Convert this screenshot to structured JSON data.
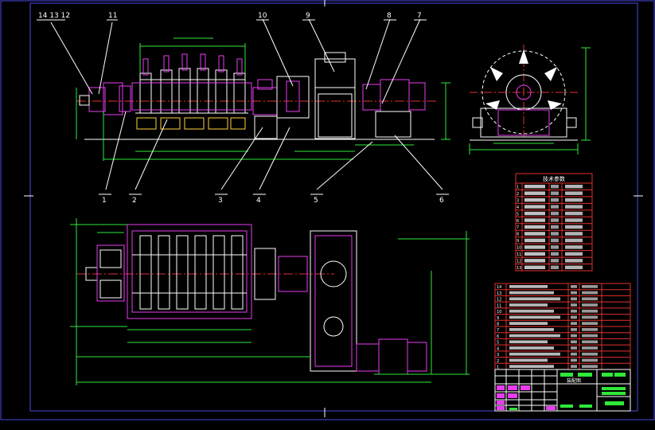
{
  "colors": {
    "background": "#000000",
    "frame": "#4a4ae0",
    "drawing": "#ffffff",
    "structure": "#e83cf0",
    "dimension": "#2ee83a",
    "centerline": "#e23030",
    "leader": "#ffffff",
    "table_line": "#e23030"
  },
  "callouts": {
    "top": [
      {
        "label": "14 13 12"
      },
      {
        "label": "11"
      },
      {
        "label": "10"
      },
      {
        "label": "9"
      },
      {
        "label": "8"
      },
      {
        "label": "7"
      }
    ],
    "bottom": [
      {
        "label": "1"
      },
      {
        "label": "2"
      },
      {
        "label": "3"
      },
      {
        "label": "4"
      },
      {
        "label": "5"
      },
      {
        "label": "6"
      }
    ]
  },
  "parameter_table": {
    "title": "技术参数",
    "row_numbers": [
      "1",
      "2",
      "3",
      "4",
      "5",
      "6",
      "7",
      "8",
      "9",
      "10",
      "11",
      "12",
      "13"
    ]
  },
  "parts_list": {
    "row_numbers": [
      "14",
      "13",
      "12",
      "11",
      "10",
      "9",
      "8",
      "7",
      "6",
      "5",
      "4",
      "3",
      "2",
      "1"
    ]
  },
  "title_block": {
    "drawing_name": "装配图"
  }
}
